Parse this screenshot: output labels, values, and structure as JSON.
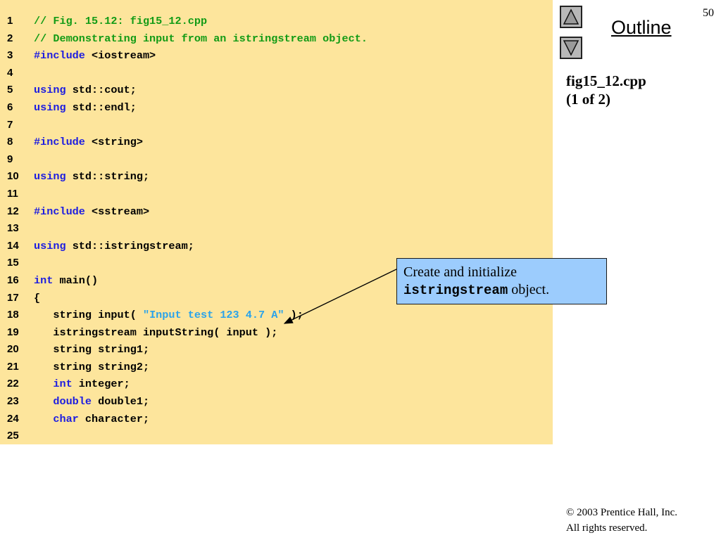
{
  "slide_number": "50",
  "outline_label": "Outline",
  "file_title": "fig15_12.cpp",
  "page_indicator": "(1 of 2)",
  "navigation": {
    "up_icon": "triangle-up-icon",
    "down_icon": "triangle-down-icon"
  },
  "colors": {
    "panel_bg": "#fde59c",
    "comment": "#129b15",
    "keyword": "#1d1de0",
    "string": "#2ba3ea",
    "callout_bg": "#9cccfd"
  },
  "code_lines": [
    {
      "num": "1",
      "segments": [
        {
          "t": "// Fig. 15.12: fig15_12.cpp",
          "k": "comment"
        }
      ]
    },
    {
      "num": "2",
      "segments": [
        {
          "t": "// Demonstrating input from an istringstream object.",
          "k": "comment"
        }
      ]
    },
    {
      "num": "3",
      "segments": [
        {
          "t": "#include",
          "k": "keyword"
        },
        {
          "t": " <iostream>",
          "k": "plain"
        }
      ]
    },
    {
      "num": "4",
      "segments": []
    },
    {
      "num": "5",
      "segments": [
        {
          "t": "using",
          "k": "keyword"
        },
        {
          "t": " std::cout;",
          "k": "plain"
        }
      ]
    },
    {
      "num": "6",
      "segments": [
        {
          "t": "using",
          "k": "keyword"
        },
        {
          "t": " std::endl;",
          "k": "plain"
        }
      ]
    },
    {
      "num": "7",
      "segments": []
    },
    {
      "num": "8",
      "segments": [
        {
          "t": "#include",
          "k": "keyword"
        },
        {
          "t": " <string>",
          "k": "plain"
        }
      ]
    },
    {
      "num": "9",
      "segments": []
    },
    {
      "num": "10",
      "segments": [
        {
          "t": "using",
          "k": "keyword"
        },
        {
          "t": " std::string;",
          "k": "plain"
        }
      ]
    },
    {
      "num": "11",
      "segments": []
    },
    {
      "num": "12",
      "segments": [
        {
          "t": "#include",
          "k": "keyword"
        },
        {
          "t": " <sstream>",
          "k": "plain"
        }
      ]
    },
    {
      "num": "13",
      "segments": []
    },
    {
      "num": "14",
      "segments": [
        {
          "t": "using",
          "k": "keyword"
        },
        {
          "t": " std::istringstream;",
          "k": "plain"
        }
      ]
    },
    {
      "num": "15",
      "segments": []
    },
    {
      "num": "16",
      "segments": [
        {
          "t": "int",
          "k": "keyword"
        },
        {
          "t": " main()",
          "k": "plain"
        }
      ]
    },
    {
      "num": "17",
      "segments": [
        {
          "t": "{",
          "k": "plain"
        }
      ]
    },
    {
      "num": "18",
      "segments": [
        {
          "t": "   string input( ",
          "k": "plain"
        },
        {
          "t": "\"Input test 123 4.7 A\"",
          "k": "string"
        },
        {
          "t": " );",
          "k": "plain"
        }
      ]
    },
    {
      "num": "19",
      "segments": [
        {
          "t": "   istringstream inputString( input );",
          "k": "plain"
        }
      ]
    },
    {
      "num": "20",
      "segments": [
        {
          "t": "   string string1;",
          "k": "plain"
        }
      ]
    },
    {
      "num": "21",
      "segments": [
        {
          "t": "   string string2;",
          "k": "plain"
        }
      ]
    },
    {
      "num": "22",
      "segments": [
        {
          "t": "   ",
          "k": "plain"
        },
        {
          "t": "int",
          "k": "keyword"
        },
        {
          "t": " integer;",
          "k": "plain"
        }
      ]
    },
    {
      "num": "23",
      "segments": [
        {
          "t": "   ",
          "k": "plain"
        },
        {
          "t": "double",
          "k": "keyword"
        },
        {
          "t": " double1;",
          "k": "plain"
        }
      ]
    },
    {
      "num": "24",
      "segments": [
        {
          "t": "   ",
          "k": "plain"
        },
        {
          "t": "char",
          "k": "keyword"
        },
        {
          "t": " character;",
          "k": "plain"
        }
      ]
    },
    {
      "num": "25",
      "segments": []
    }
  ],
  "callout": {
    "text_before": "Create and initialize ",
    "code_term": "istringstream",
    "text_after": " object."
  },
  "copyright": {
    "line1": "© 2003 Prentice Hall, Inc.",
    "line2": "All rights reserved."
  }
}
